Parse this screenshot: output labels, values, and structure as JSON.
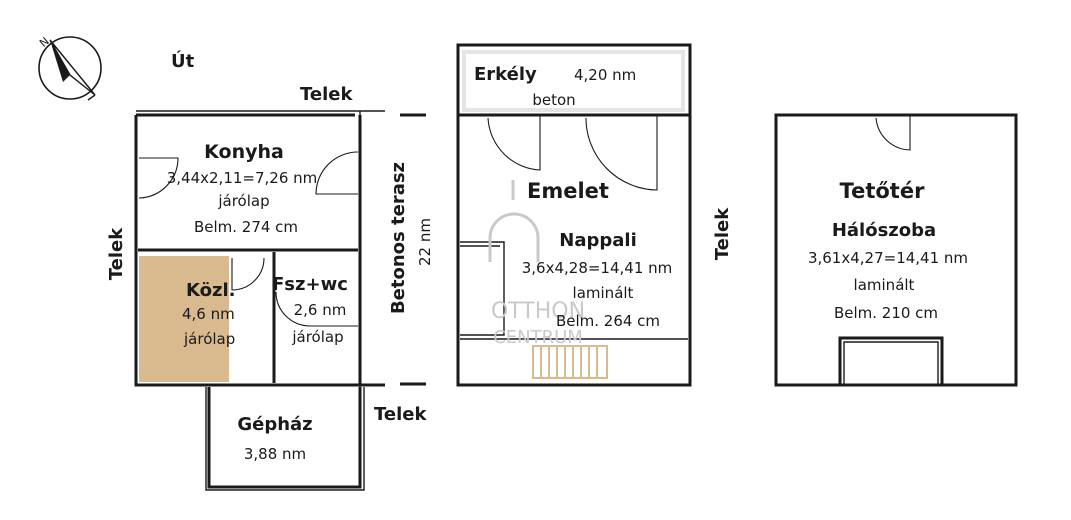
{
  "labels": {
    "road": "Út",
    "plot_top": "Telek",
    "plot_left": "Telek",
    "plot_bottom": "Telek",
    "plot_right": "Telek",
    "compass": "N"
  },
  "ground_floor": {
    "terrace_title": "Betonos terasz",
    "terrace_area": "22 nm",
    "kitchen": {
      "name": "Konyha",
      "dims": "3,44x2,11=7,26 nm",
      "floor": "járólap",
      "height": "Belm. 274 cm"
    },
    "hall": {
      "name": "Közl.",
      "area": "4,6 nm",
      "floor": "járólap"
    },
    "bath": {
      "name": "Fsz+wc",
      "area": "2,6 nm",
      "floor": "járólap"
    },
    "machine_room": {
      "name": "Gépház",
      "area": "3,88 nm"
    }
  },
  "upper_floor": {
    "title": "Emelet",
    "balcony": {
      "name": "Erkély",
      "area": "4,20 nm",
      "floor": "beton"
    },
    "living": {
      "name": "Nappali",
      "dims": "3,6x4,28=14,41 nm",
      "floor": "laminált",
      "height": "Belm. 264 cm"
    }
  },
  "attic": {
    "title": "Tetőtér",
    "bedroom": {
      "name": "Hálószoba",
      "dims": "3,61x4,27=14,41 nm",
      "floor": "laminált",
      "height": "Belm. 210 cm"
    }
  },
  "watermark": {
    "line1": "OTTHON",
    "line2": "CENTRUM"
  },
  "colors": {
    "wall": "#1a1a1a",
    "stair": "#d9b98e",
    "balcony_fill": "#e4e4e4",
    "watermark": "#c9c9c9"
  }
}
